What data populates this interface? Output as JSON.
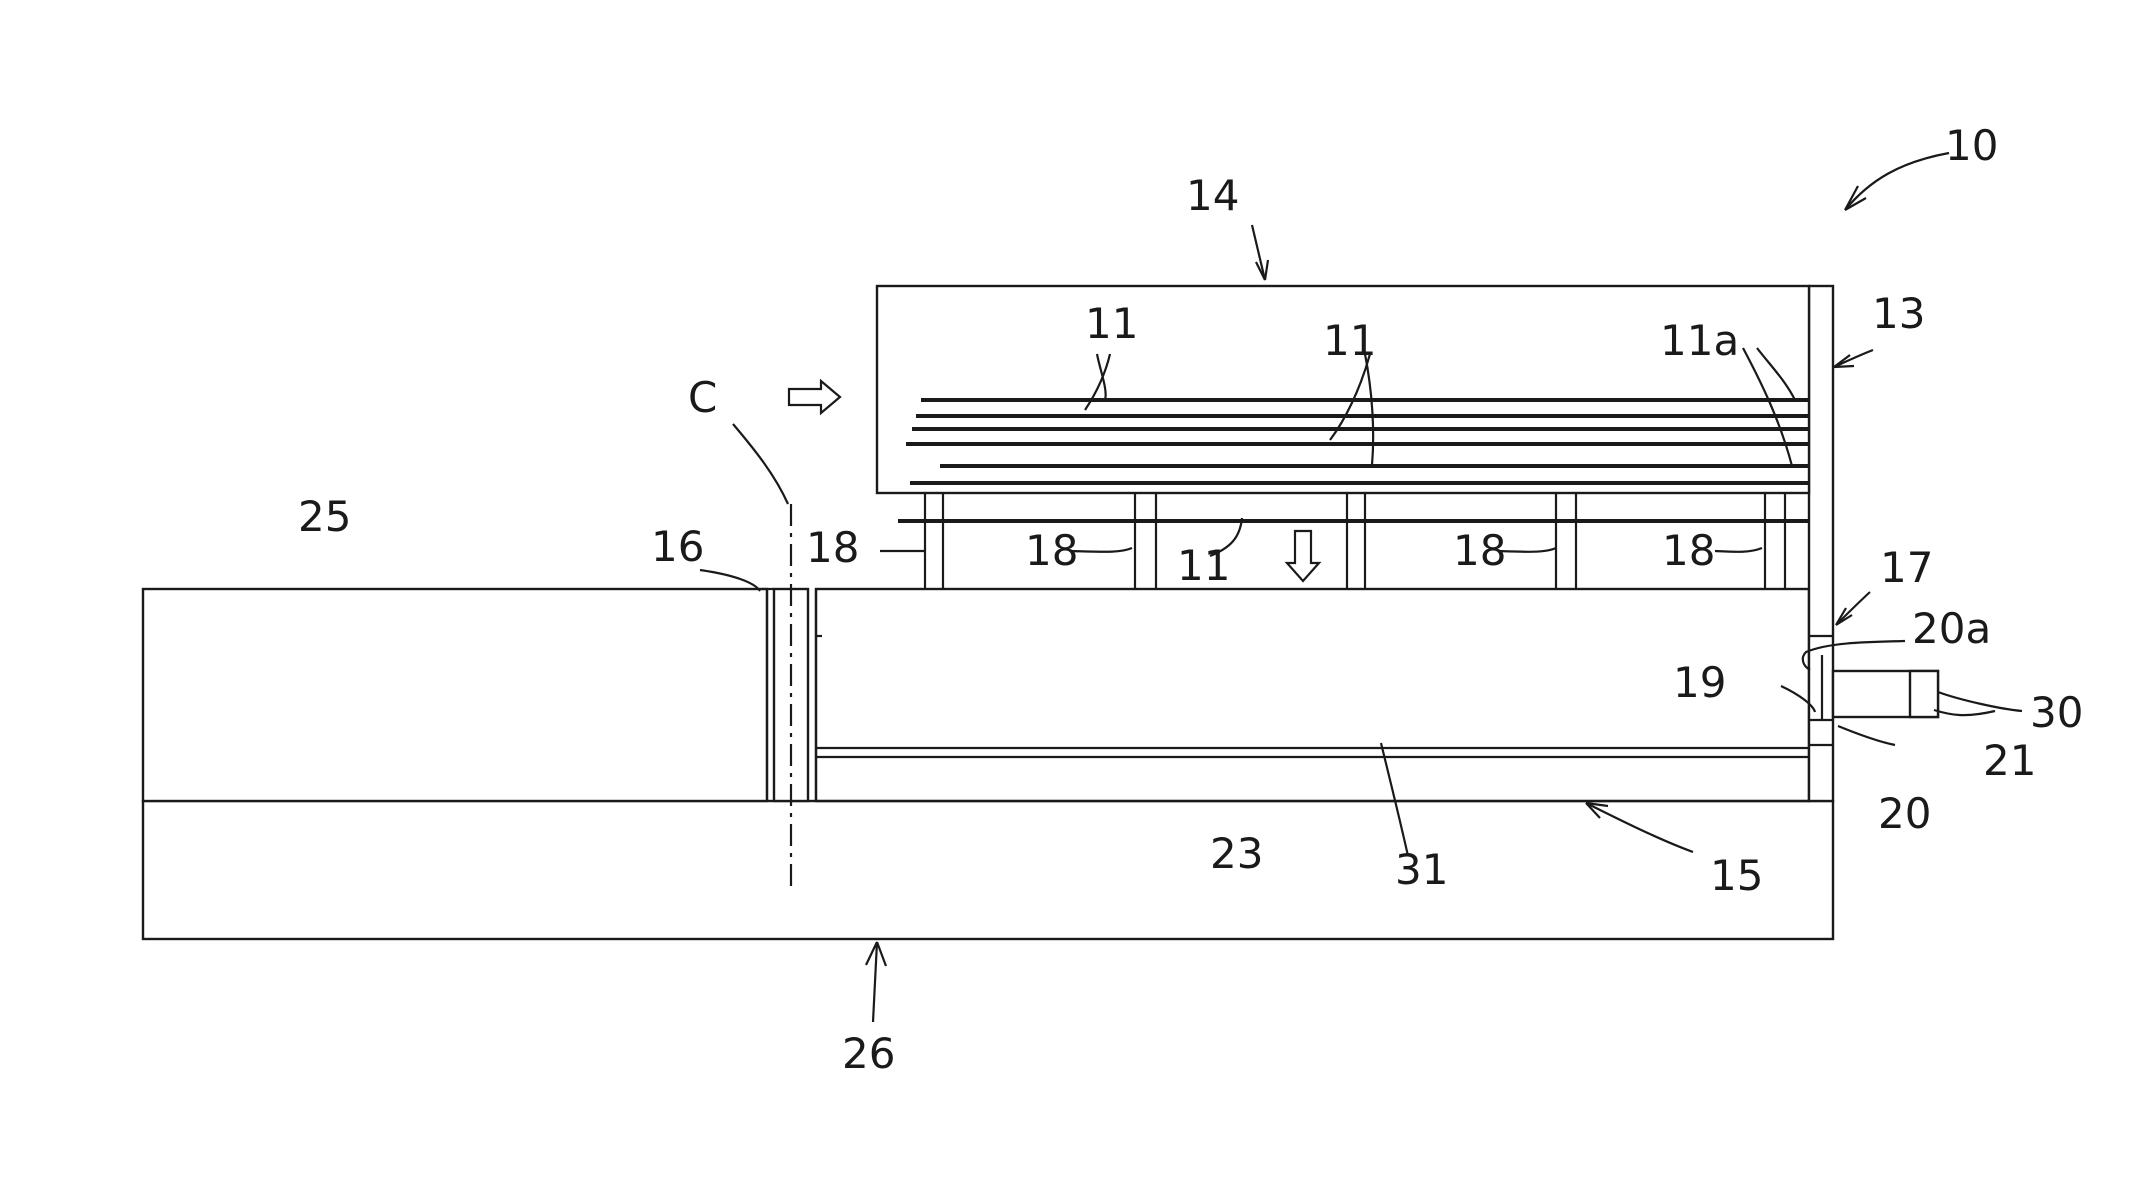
{
  "figure": {
    "labels": {
      "device": "10",
      "sheets": "11",
      "sheet_edges": "11a",
      "wall": "13",
      "tray": "14",
      "base": "15",
      "shaft": "16",
      "outlet": "17",
      "supports": "18",
      "edge_19": "19",
      "opening": "20",
      "opening_edge": "20a",
      "rod": "21",
      "lower_block": "23",
      "left_block": "25",
      "frame": "26",
      "rod_end": "30",
      "rail": "31",
      "axis": "C"
    }
  }
}
